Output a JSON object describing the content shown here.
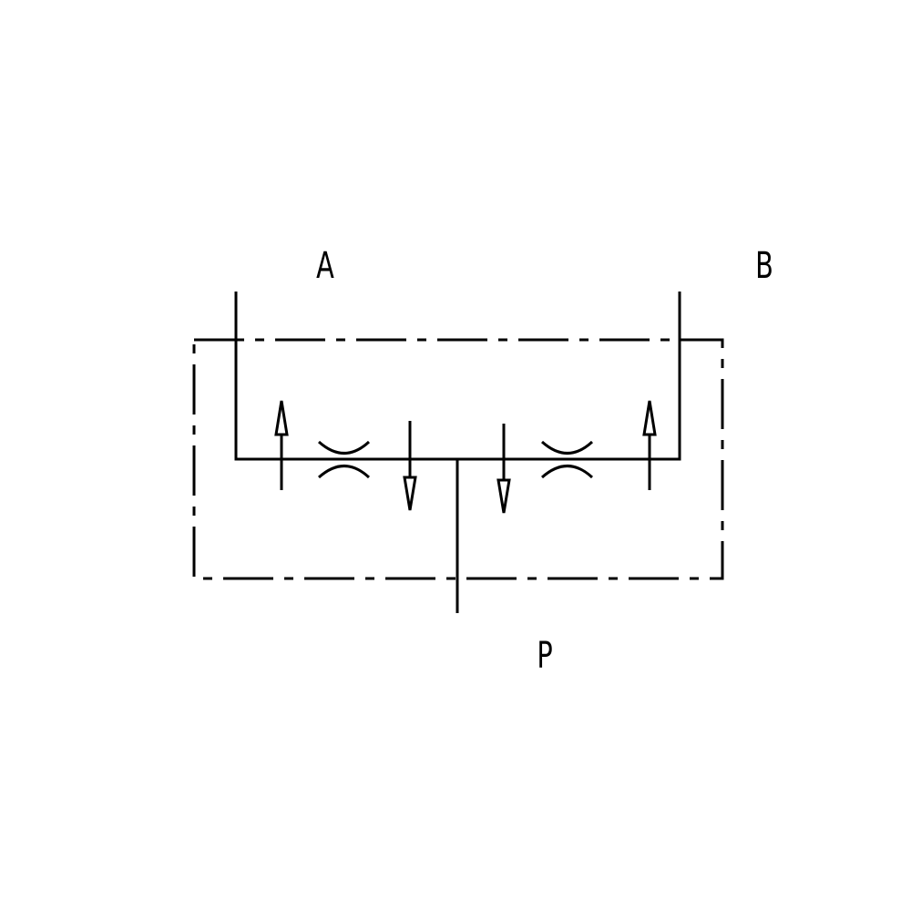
{
  "diagram": {
    "title": "",
    "ports": {
      "a": "A",
      "b": "B",
      "p": "P"
    },
    "colors": {
      "line": "#000000",
      "background": "#ffffff"
    }
  }
}
